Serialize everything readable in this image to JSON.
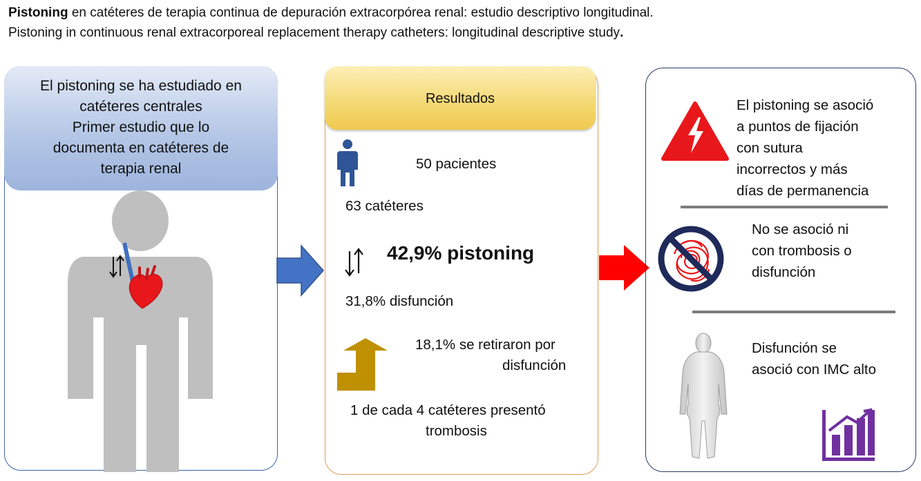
{
  "title": {
    "line1_bold": "Pistoning",
    "line1_rest": " en catéteres de terapia continua de depuración extracorpórea renal: estudio descriptivo longitudinal.",
    "line2": "Pistoning in continuous renal extracorporeal   replacement therapy catheters: longitudinal descriptive study",
    "line2_period": "."
  },
  "left_panel": {
    "lines": [
      "El pistoning se ha estudiado en",
      "catéteres centrales",
      "Primer estudio que lo",
      "documenta en catéteres de",
      "terapia renal"
    ],
    "icons": [
      "human-silhouette-icon",
      "catheter-line-icon",
      "heart-icon",
      "bidirectional-arrows-icon"
    ],
    "colors": {
      "header_fill": "#b5c7e6",
      "border": "#3b62a8",
      "silhouette": "#bfbfbf",
      "heart": "#e8171b",
      "catheter": "#3f6fc0"
    }
  },
  "center_panel": {
    "header": "Resultados",
    "patients": "50 pacientes",
    "catheters": "63 catéteres",
    "pistoning": "42,9% pistoning",
    "dysfunction": "31,8% disfunción",
    "removed_line1": "18,1% se retiraron por",
    "removed_line2": "disfunción",
    "thrombosis_line1": "1 de cada 4 catéteres presentó",
    "thrombosis_line2": "trombosis",
    "icons": [
      "person-icon",
      "up-down-arrows-icon",
      "turn-up-arrow-icon"
    ],
    "colors": {
      "header_fill": "#f4d871",
      "border": "#e39a57",
      "person": "#2f5597",
      "turn_arrow": "#bf9000"
    }
  },
  "right_panel": {
    "finding1": [
      "El pistoning se asoció",
      "a puntos de fijación",
      "con sutura",
      "incorrectos  y más",
      "días de permanencia"
    ],
    "finding2": [
      "No se asoció ni",
      "con trombosis o",
      "disfunción"
    ],
    "finding3": [
      "Disfunción se",
      "asoció con IMC alto"
    ],
    "icons": [
      "high-voltage-warning-icon",
      "prohibited-thrombus-icon",
      "human-figure-icon",
      "rising-bar-chart-icon"
    ],
    "colors": {
      "warning": "#e8171b",
      "prohibit_ring": "#1f2a5a",
      "chart": "#7030a0",
      "border": "#2a3a6a"
    }
  },
  "arrows": {
    "blue": "#4472c4",
    "red": "#ff0000"
  }
}
